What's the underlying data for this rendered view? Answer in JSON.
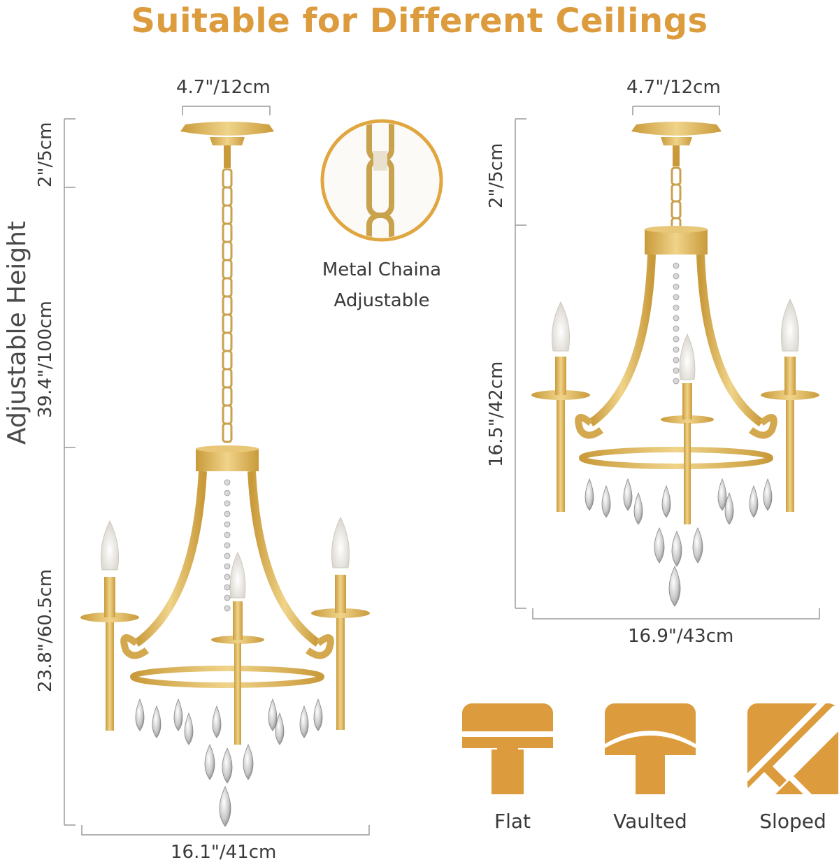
{
  "title": "Suitable for Different Ceilings",
  "left_fixture": {
    "canopy_width": "4.7\"/12cm",
    "canopy_height": "2\"/5cm",
    "chain_length": "39.4\"/100cm",
    "body_height": "23.8\"/60.5cm",
    "body_width": "16.1\"/41cm",
    "adjustable_label": "Adjustable Height"
  },
  "chain_detail": {
    "line1": "Metal Chaina",
    "line2": "Adjustable"
  },
  "right_fixture": {
    "canopy_width": "4.7\"/12cm",
    "canopy_height": "2\"/5cm",
    "body_height": "16.5\"/42cm",
    "body_width": "16.9\"/43cm"
  },
  "ceiling_types": [
    {
      "label": "Flat",
      "icon": "flat-ceiling-icon"
    },
    {
      "label": "Vaulted",
      "icon": "vaulted-ceiling-icon"
    },
    {
      "label": "Sloped",
      "icon": "sloped-ceiling-icon"
    }
  ],
  "colors": {
    "accent": "#dc9b3c",
    "gold": "#d9b45c",
    "text": "#3a3a3a"
  }
}
